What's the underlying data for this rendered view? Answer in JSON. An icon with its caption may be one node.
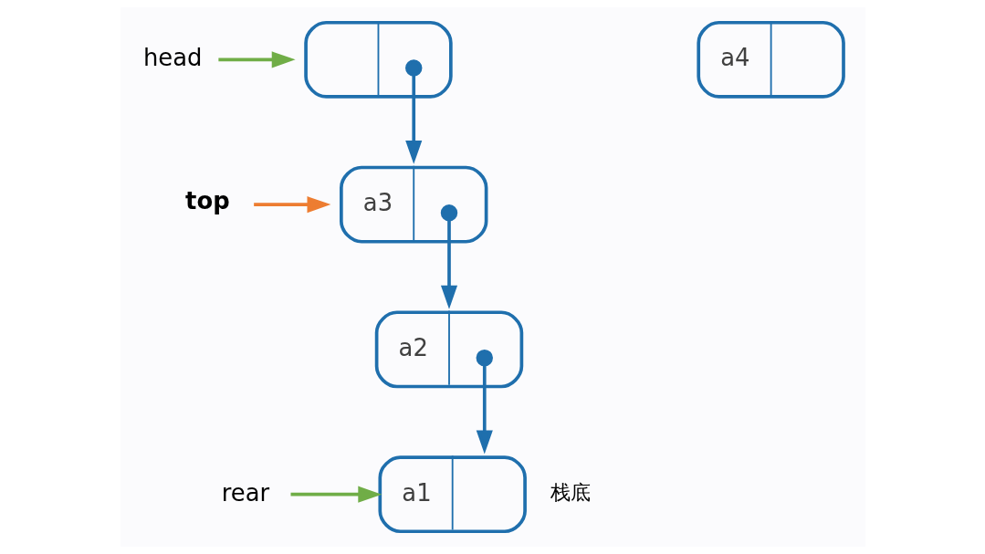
{
  "diagram": {
    "nodes": [
      {
        "text": [
          "head"
        ]
      },
      {
        "text": [],
        "shape": "box"
      },
      {
        "text": [
          "top"
        ]
      },
      {
        "text": [
          "a3"
        ]
      },
      {
        "text": [
          "a2"
        ]
      },
      {
        "text": [
          "rear"
        ]
      },
      {
        "text": [
          "a1"
        ],
        "beside": [
          "栈底"
        ]
      },
      {
        "text": [
          "a4"
        ]
      }
    ],
    "edges": [
      {
        "from": 0,
        "to": 1,
        "arrow": "to",
        "color": "#70ad47"
      },
      {
        "from": 1,
        "to": 3,
        "arrow": "to"
      },
      {
        "from": 2,
        "to": 3,
        "arrow": "to",
        "color": "#ed7d31"
      },
      {
        "from": 3,
        "to": 4,
        "arrow": "to"
      },
      {
        "from": 4,
        "to": 6,
        "arrow": "to"
      },
      {
        "from": 5,
        "to": 6,
        "arrow": "to",
        "color": "#70ad47"
      }
    ]
  }
}
